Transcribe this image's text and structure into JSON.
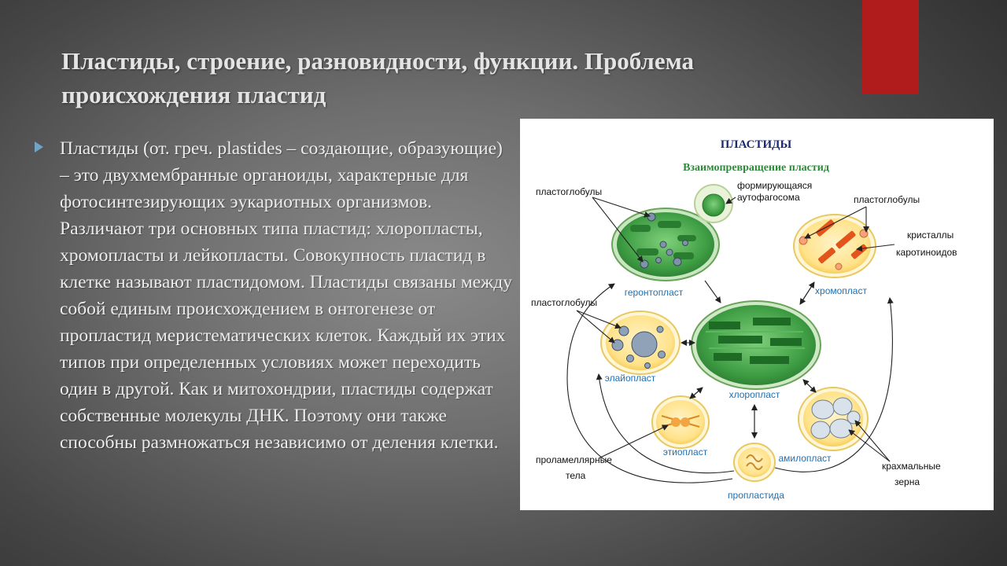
{
  "slide": {
    "title": "Пластиды, строение, разновидности, функции. Проблема происхождения пластид",
    "body": "Пластиды (от. греч. plastides – создающие, образующие) – это двухмембранные органоиды, характерные для фотосинтезирующих эукариотных организмов. Различают три основных типа пластид: хлоропласты, хромопласты и лейкопласты. Совокупность пластид в клетке называют пластидомом. Пластиды связаны между собой единым происхождением в онтогенезе от пропластид меристематических клеток. Каждый их этих типов при определенных условиях может переходить один в другой. Как и митохондрии, пластиды содержат собственные молекулы ДНК. Поэтому они также способны размножаться независимо от деления клетки.",
    "accent_color": "#b01c1c",
    "bullet_icon": "triangle-bullet-icon"
  },
  "diagram": {
    "title": "ПЛАСТИДЫ",
    "subtitle": "Взаимопревращение пластид",
    "labels": {
      "plastoglobules_tl": "пластоглобулы",
      "autophagosome_1": "формирующаяся",
      "autophagosome_2": "аутофагосома",
      "plastoglobules_tr": "пластоглобулы",
      "crystals_1": "кристаллы",
      "crystals_2": "каротиноидов",
      "plastoglobules_ml": "пластоглобулы",
      "prolamellar_1": "проламеллярные",
      "prolamellar_2": "тела",
      "starch_1": "крахмальные",
      "starch_2": "зерна"
    },
    "organelles": {
      "gerontoplast": "геронтопласт",
      "chromoplast": "хромопласт",
      "elaioplast": "элайопласт",
      "chloroplast": "хлоропласт",
      "etioplast": "этиопласт",
      "amyloplast": "амилопласт",
      "proplastid": "пропластида"
    }
  }
}
